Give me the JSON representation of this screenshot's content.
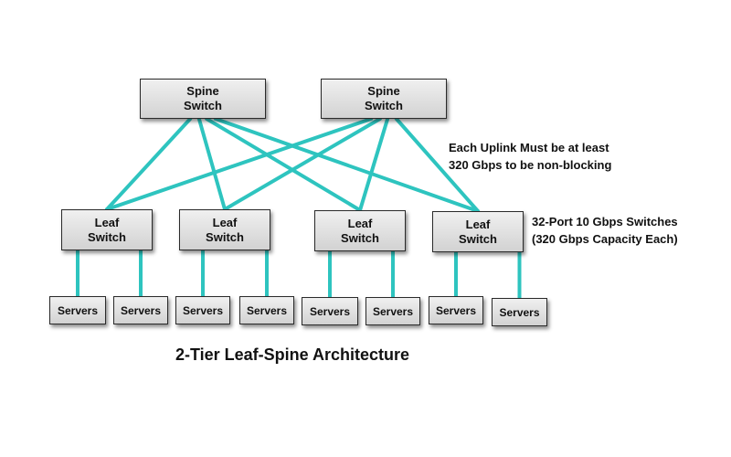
{
  "diagram": {
    "title": "2-Tier Leaf-Spine Architecture",
    "link_color": "#2ec4bf",
    "spines": [
      {
        "line1": "Spine",
        "line2": "Switch"
      },
      {
        "line1": "Spine",
        "line2": "Switch"
      }
    ],
    "leaves": [
      {
        "line1": "Leaf",
        "line2": "Switch"
      },
      {
        "line1": "Leaf",
        "line2": "Switch"
      },
      {
        "line1": "Leaf",
        "line2": "Switch"
      },
      {
        "line1": "Leaf",
        "line2": "Switch"
      }
    ],
    "servers": [
      "Servers",
      "Servers",
      "Servers",
      "Servers",
      "Servers",
      "Servers",
      "Servers",
      "Servers"
    ],
    "uplink_note": [
      "Each Uplink Must be at least",
      "320 Gbps to be non-blocking"
    ],
    "leaf_note": [
      "32-Port 10 Gbps Switches",
      "(320 Gbps Capacity Each)"
    ]
  }
}
